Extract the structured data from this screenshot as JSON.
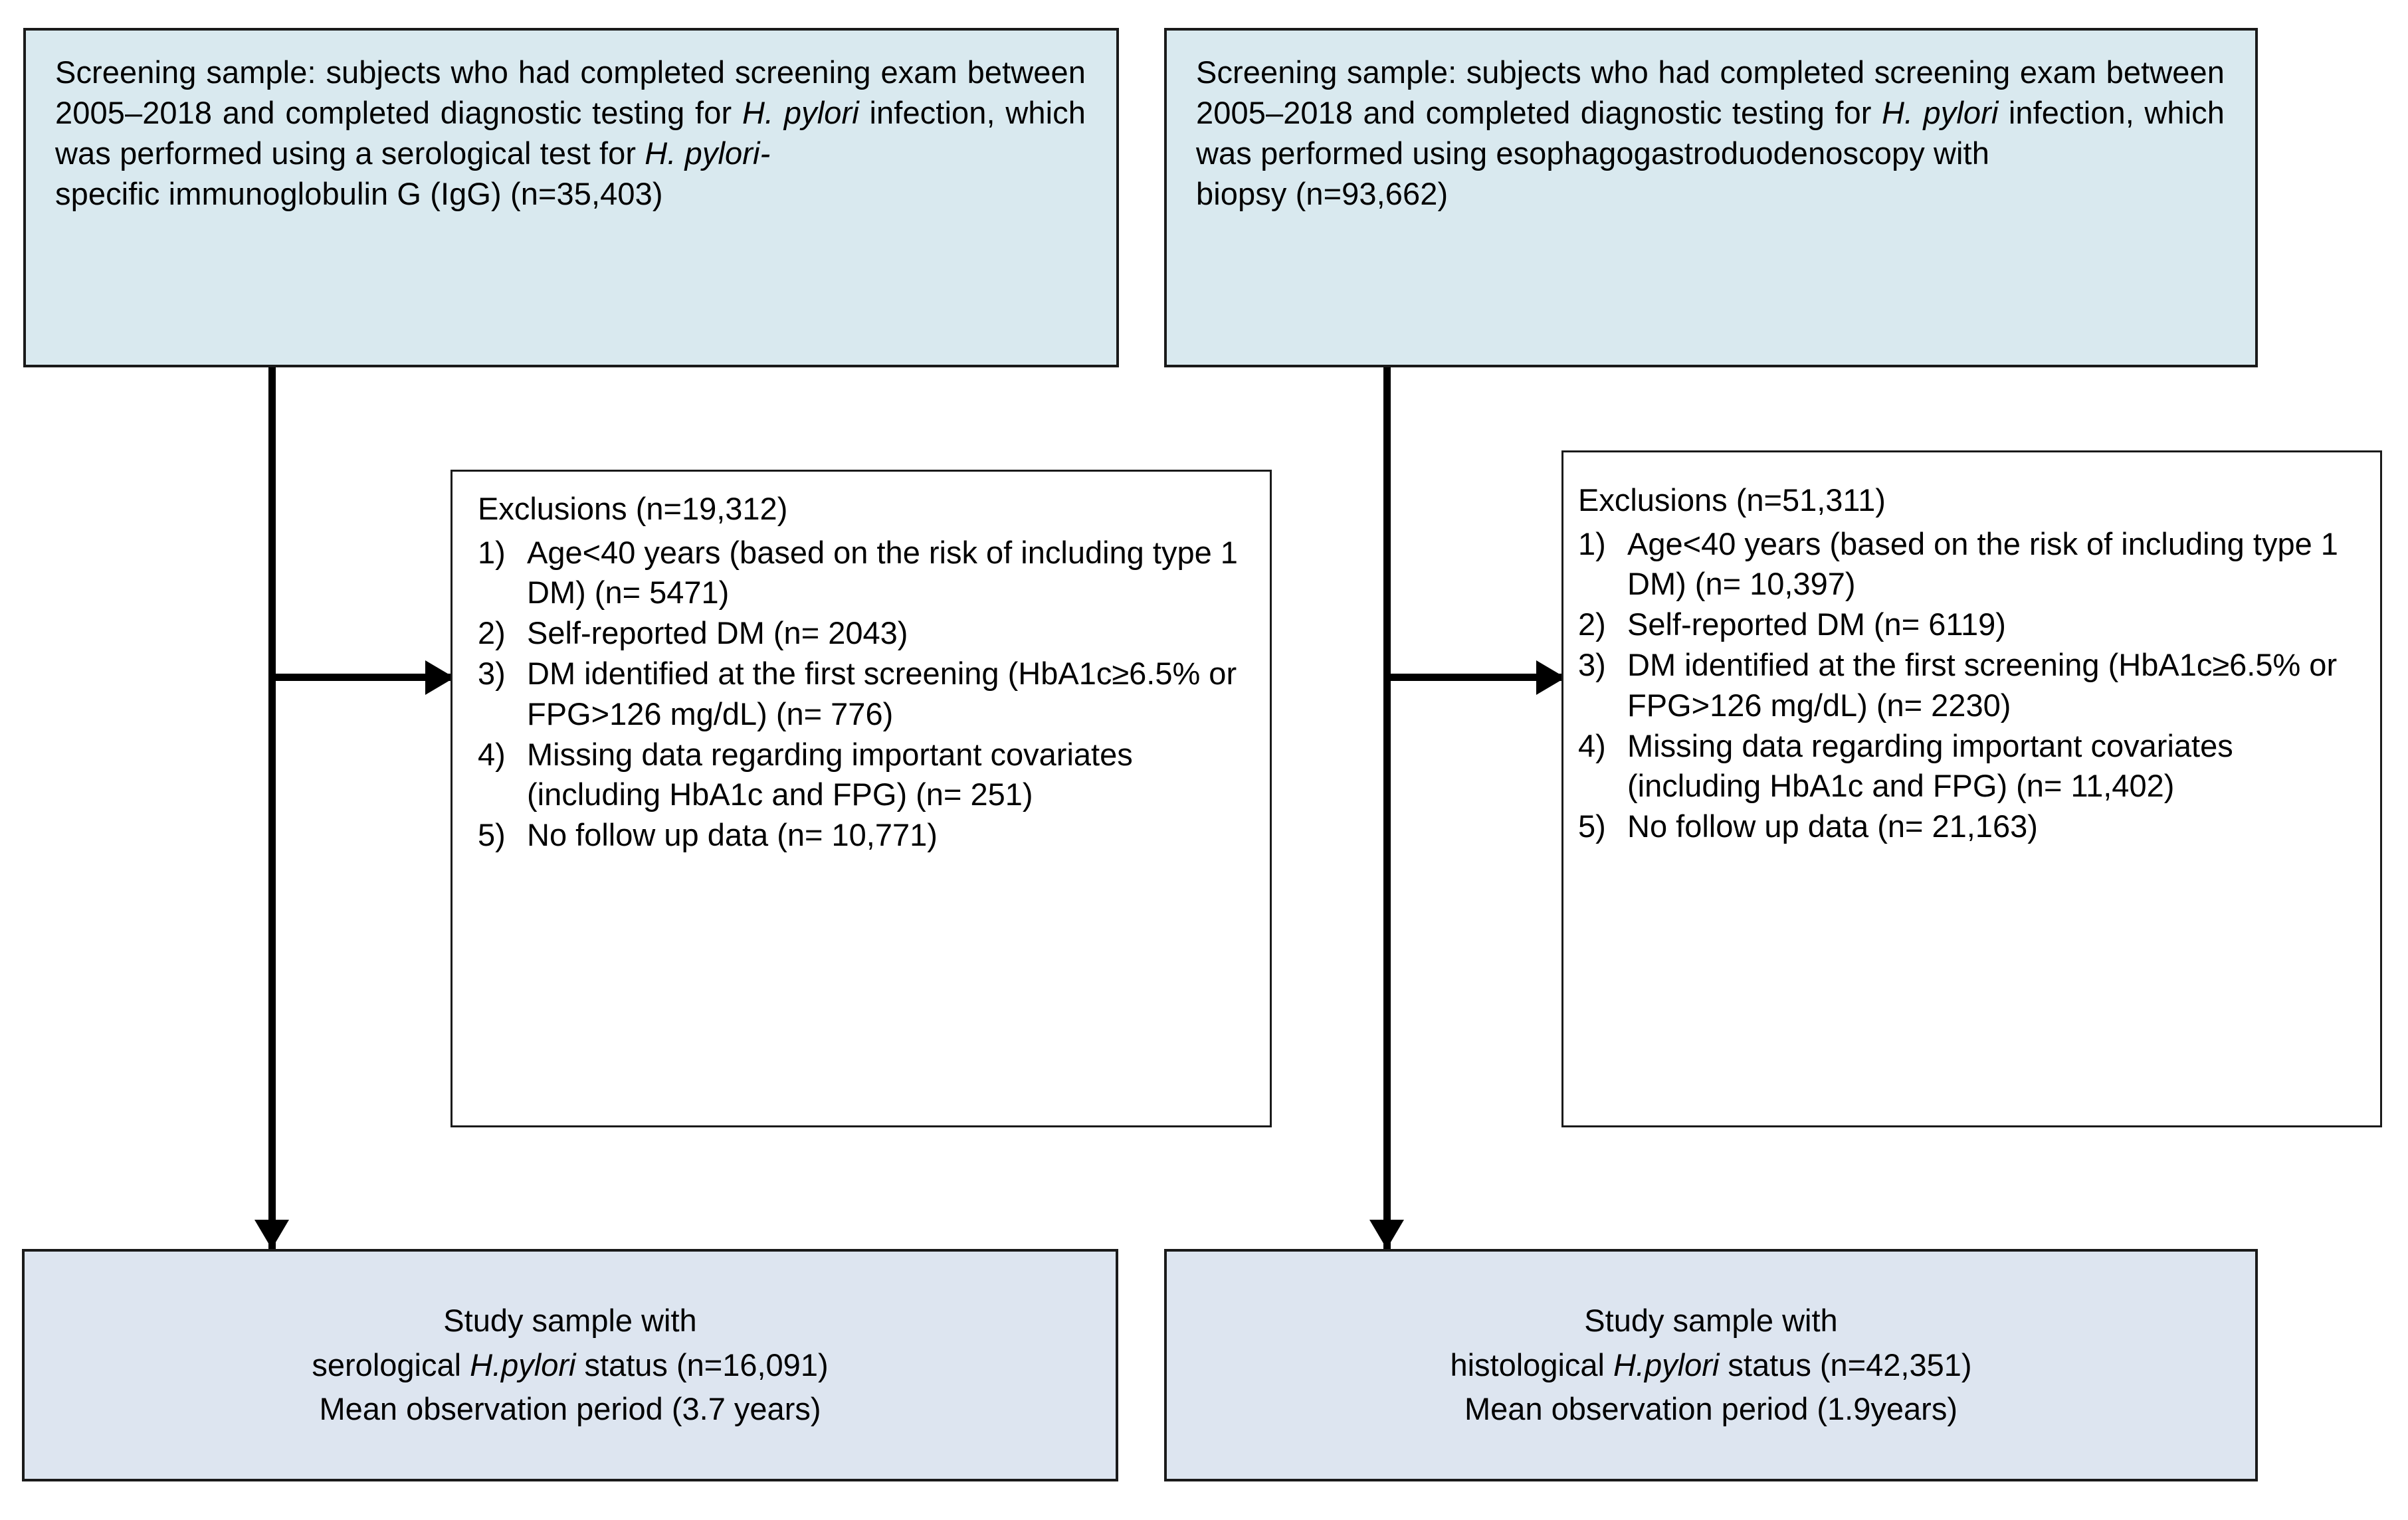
{
  "figure": {
    "type": "study-flow-diagram",
    "colors": {
      "top_box_fill": "#d9e9ef",
      "bottom_box_fill": "#dde5f0",
      "exclusion_box_fill": "#ffffff",
      "stroke": "#1a1a1a",
      "text": "#000000"
    }
  },
  "columns": [
    {
      "id": "serology",
      "screening": {
        "line1": "Screening sample: subjects who had completed",
        "line2": "screening exam between 2005–2018 and completed",
        "line3_a": "diagnostic testing for ",
        "line3_i": "H. pylori",
        "line3_b": " infection, which was",
        "line4_a": "performed using a serological test for ",
        "line4_i": "H. pylori-",
        "line5": "specific immunoglobulin G (IgG) (n=35,403)",
        "n": "35,403"
      },
      "exclusions": {
        "title": "Exclusions  (n=19,312)",
        "n": "19,312",
        "items": [
          {
            "num": "1)",
            "text": "Age<40 years (based on the risk of including type 1 DM) (n= 5471)",
            "n": "5471"
          },
          {
            "num": "2)",
            "text": "Self-reported DM (n= 2043)",
            "n": "2043"
          },
          {
            "num": "3)",
            "text": "DM identified at the first screening (HbA1c≥6.5% or FPG>126 mg/dL) (n= 776)",
            "n": "776"
          },
          {
            "num": "4)",
            "text": "Missing data regarding important covariates (including HbA1c and FPG) (n= 251)",
            "n": "251"
          },
          {
            "num": "5)",
            "text": "No follow up data (n= 10,771)",
            "n": "10,771"
          }
        ]
      },
      "study_sample": {
        "line1": "Study sample with",
        "line2_a": "serological ",
        "line2_i": "H.pylori",
        "line2_b": " status (n=16,091)",
        "line3": "Mean observation period (3.7 years)",
        "n": "16,091",
        "mean_observation_period": "3.7 years"
      }
    },
    {
      "id": "histology",
      "screening": {
        "line1": "Screening sample: subjects who had completed",
        "line2": "screening exam between 2005–2018 and completed",
        "line3_a": "diagnostic testing for ",
        "line3_i": "H. pylori",
        "line3_b": " infection, which was",
        "line4": "performed using esophagogastroduodenoscopy with",
        "line5": "biopsy (n=93,662)",
        "n": "93,662"
      },
      "exclusions": {
        "title": "Exclusions  (n=51,311)",
        "n": "51,311",
        "items": [
          {
            "num": "1)",
            "text": "Age<40 years (based on the risk of including type 1 DM) (n= 10,397)",
            "n": "10,397"
          },
          {
            "num": "2)",
            "text": "Self-reported DM (n= 6119)",
            "n": "6119"
          },
          {
            "num": "3)",
            "text": "DM identified at the first screening (HbA1c≥6.5% or FPG>126 mg/dL) (n= 2230)",
            "n": "2230"
          },
          {
            "num": "4)",
            "text": "Missing data regarding important covariates (including HbA1c and FPG) (n= 11,402)",
            "n": "11,402"
          },
          {
            "num": "5)",
            "text": "No follow up data (n= 21,163)",
            "n": "21,163"
          }
        ]
      },
      "study_sample": {
        "line1": "Study sample with",
        "line2_a": "histological ",
        "line2_i": "H.pylori",
        "line2_b": " status (n=42,351)",
        "line3": "Mean observation period (1.9years)",
        "n": "42,351",
        "mean_observation_period": "1.9years"
      }
    }
  ]
}
